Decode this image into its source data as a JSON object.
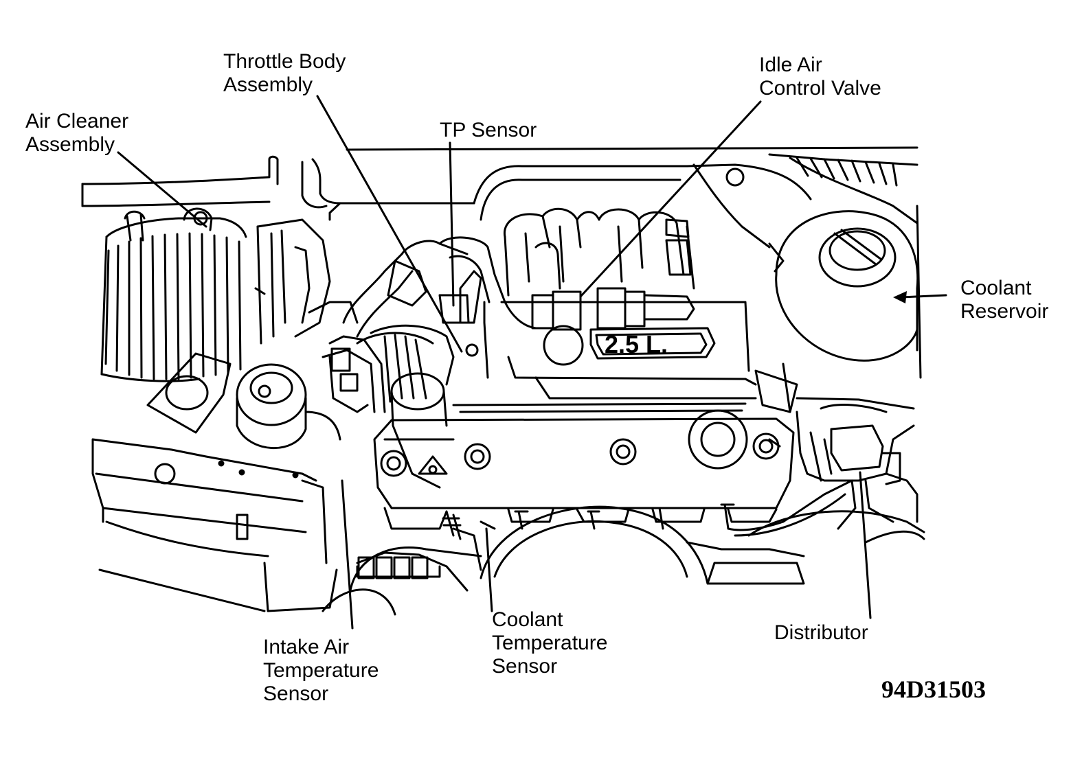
{
  "labels": {
    "air_cleaner": [
      "Air Cleaner",
      "Assembly"
    ],
    "throttle_body": [
      "Throttle Body",
      "Assembly"
    ],
    "tp_sensor": [
      "TP Sensor"
    ],
    "idle_air": [
      "Idle Air",
      "Control Valve"
    ],
    "coolant_reservoir": [
      "Coolant",
      "Reservoir"
    ],
    "intake_air_temp": [
      "Intake Air",
      "Temperature",
      "Sensor"
    ],
    "coolant_temp": [
      "Coolant",
      "Temperature",
      "Sensor"
    ],
    "distributor": [
      "Distributor"
    ]
  },
  "engine_badge": "2.5 L.",
  "figure_code": "94D31503"
}
